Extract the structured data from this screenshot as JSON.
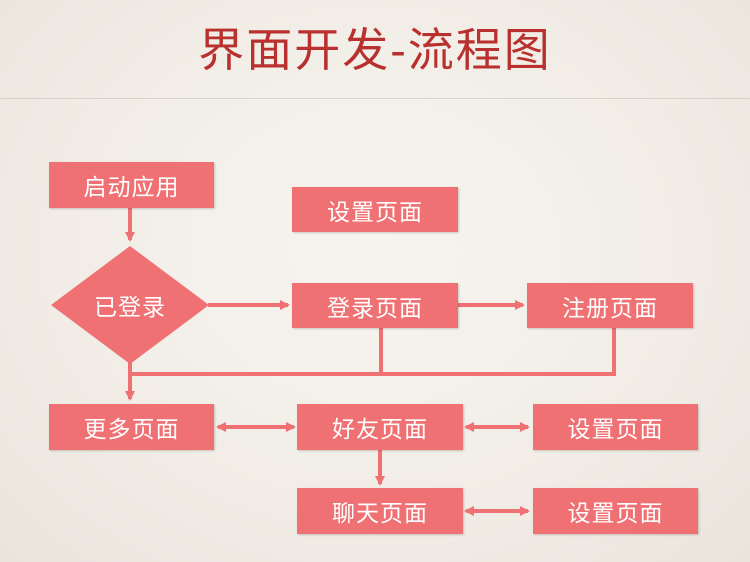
{
  "title": "界面开发-流程图",
  "nodes": {
    "start": "启动应用",
    "settings_top": "设置页面",
    "logged_in": "已登录",
    "login": "登录页面",
    "register": "注册页面",
    "more": "更多页面",
    "friends": "好友页面",
    "settings_mid": "设置页面",
    "chat": "聊天页面",
    "settings_bottom": "设置页面"
  },
  "colors": {
    "node_fill": "#f07174",
    "connector": "#f07174",
    "title": "#b8312f"
  }
}
